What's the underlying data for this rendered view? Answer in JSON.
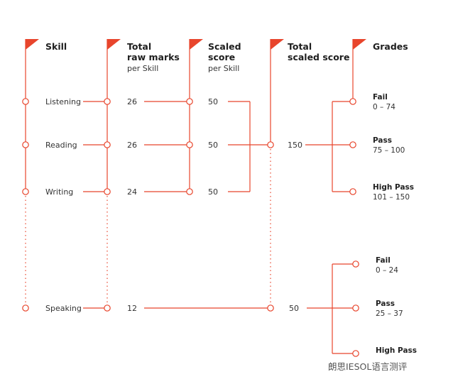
{
  "headers": {
    "skill": "Skill",
    "raw_line1": "Total",
    "raw_line2": "raw marks",
    "raw_sub": "per Skill",
    "scaled_line1": "Scaled",
    "scaled_line2": "score",
    "scaled_sub": "per Skill",
    "total_line1": "Total",
    "total_line2": "scaled score",
    "grades": "Grades"
  },
  "skills": [
    {
      "name": "Listening",
      "raw": "26",
      "scaled": "50"
    },
    {
      "name": "Reading",
      "raw": "26",
      "scaled": "50"
    },
    {
      "name": "Writing",
      "raw": "24",
      "scaled": "50"
    },
    {
      "name": "Speaking",
      "raw": "12"
    }
  ],
  "totals": {
    "lrw": "150",
    "speaking": "50"
  },
  "grades_lrw": [
    {
      "name": "Fail",
      "range": "0 – 74"
    },
    {
      "name": "Pass",
      "range": "75 – 100"
    },
    {
      "name": "High Pass",
      "range": "101 – 150"
    }
  ],
  "grades_speaking": [
    {
      "name": "Fail",
      "range": "0 – 24"
    },
    {
      "name": "Pass",
      "range": "25 – 37"
    },
    {
      "name": "High Pass",
      "range": ""
    }
  ],
  "watermark": "朗思IESOL语言测评",
  "colors": {
    "accent": "#e8452c"
  }
}
